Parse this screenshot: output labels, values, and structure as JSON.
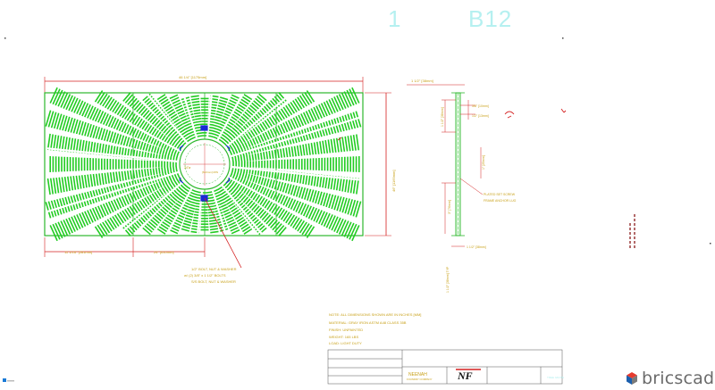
{
  "sheet": {
    "number": "1",
    "code": "B12"
  },
  "colors": {
    "grate_fill": "#22cc22",
    "frame": "#2db82d",
    "dimension": "#d42020",
    "title_text": "#b5f0f0",
    "note_text": "#c8a018",
    "blue_marker": "#1a2ad6"
  },
  "plan_view": {
    "dim_top": "46 1/4\" [1175mm]",
    "dim_right": "46\" [1169mm]",
    "dim_bottom_left": "11 1/16\" [281mm]",
    "dim_bottom_mid": "24\" [610mm]",
    "opening_label": "24\"ø",
    "opening_sublabel": "[610mm] MIN",
    "callout_lines": [
      "1/2\" BOLT, NUT & WASHER",
      "w/ (2) 3/8\" x 1 1/2\" BOLTS",
      "S/S BOLT, NUT & WASHER"
    ]
  },
  "section_view": {
    "dim_top": "1 1/2\" [38mm]",
    "dim_a": "3/8\" [10mm]",
    "dim_b": "1/2\" [13mm]",
    "dim_c": "1 1/2\" [38mm]",
    "dim_d": "1\" [25mm]",
    "dim_e": "3\" [76mm]",
    "dim_bottom": "1 1/2\" [38mm]",
    "dim_side": "1 1/2\" [38mm] TYP",
    "note_lines": [
      "PLATED SET SCREW",
      "FRAME ANCHOR LUG"
    ]
  },
  "notes": {
    "lines": [
      "NOTE: ALL DIMENSIONS SHOWN ARE IN INCHES [MM]",
      "MATERIAL: GRAY IRON ASTM A48 CLASS 35B",
      "FINISH: UNPAINTED",
      "WEIGHT: 165 LBS",
      "LOAD: LIGHT DUTY"
    ]
  },
  "title_block": {
    "company": "NEENAH",
    "sub": "FOUNDRY COMPANY",
    "drawing_title": "TREE GRATE",
    "logo_text": "NF"
  },
  "branding": {
    "name": "bricscad"
  }
}
